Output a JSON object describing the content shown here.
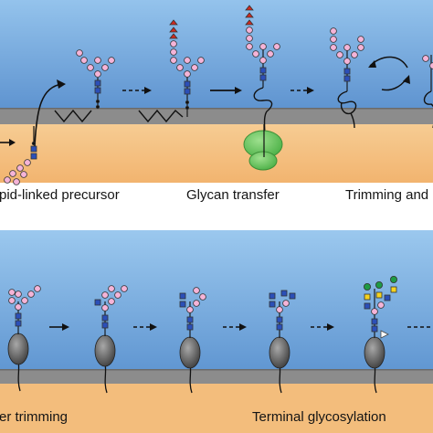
{
  "panel_top": {
    "labels": {
      "precursor": "pid-linked precursor",
      "transfer": "Glycan transfer",
      "trimming": "Trimming and"
    }
  },
  "panel_bottom": {
    "labels": {
      "after_trimming": "er trimming",
      "terminal": "Terminal glycosylation"
    }
  },
  "colors": {
    "background": "#6fa2d9",
    "membrane": "#8c8c8c",
    "lumen_band": "#f3bd7c",
    "mannose": "#f5b4d8",
    "glcnac": "#2b4fb8",
    "glucose": "#cf2a20",
    "galactose_green": "#1f9a45",
    "translocon": "#63c45f",
    "protein_ellipse": "#505050"
  }
}
